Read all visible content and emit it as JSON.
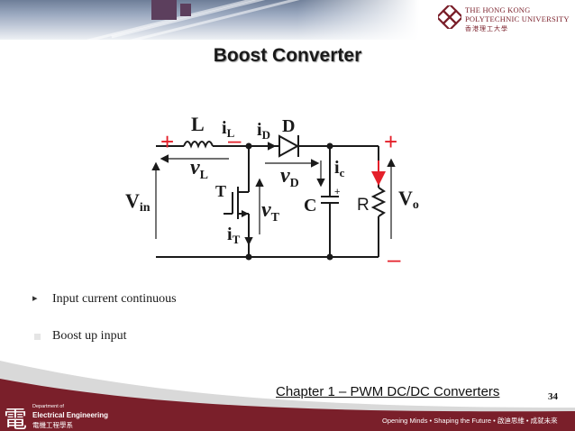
{
  "header": {
    "logo_line1": "THE HONG KONG",
    "logo_line2": "POLYTECHNIC UNIVERSITY",
    "logo_line3": "香港理工大學"
  },
  "title": "Boost Converter",
  "circuit": {
    "inductor": "L",
    "diode": "D",
    "switch": "T",
    "capacitor": "C",
    "resistor": "R",
    "cap_polarity": "+",
    "il_main": "i",
    "il_sub": "L",
    "id_main": "i",
    "id_sub": "D",
    "ic_main": "i",
    "ic_sub": "c",
    "it_main": "i",
    "it_sub": "T",
    "vl_main": "v",
    "vl_sub": "L",
    "vd_main": "v",
    "vd_sub": "D",
    "vt_main": "v",
    "vt_sub": "T",
    "vin_main": "V",
    "vin_sub": "in",
    "vo_main": "V",
    "vo_sub": "o",
    "plus": "+",
    "minus": "–"
  },
  "bullets": [
    {
      "text": "Input current continuous",
      "marker": "▸"
    },
    {
      "text": "Boost up input",
      "marker": ""
    }
  ],
  "footer": {
    "chapter": "Chapter 1 – PWM DC/DC Converters",
    "page": "34",
    "dept_char": "電",
    "dept_line1": "Department of",
    "dept_line2": "Electrical Engineering",
    "dept_line3": "電機工程學系",
    "slogan": "Opening Minds • Shaping the Future • 啟迪思維 • 成就未來"
  },
  "colors": {
    "accent": "#e4202a",
    "brand": "#7a1f2a",
    "text": "#1a1a1a"
  }
}
